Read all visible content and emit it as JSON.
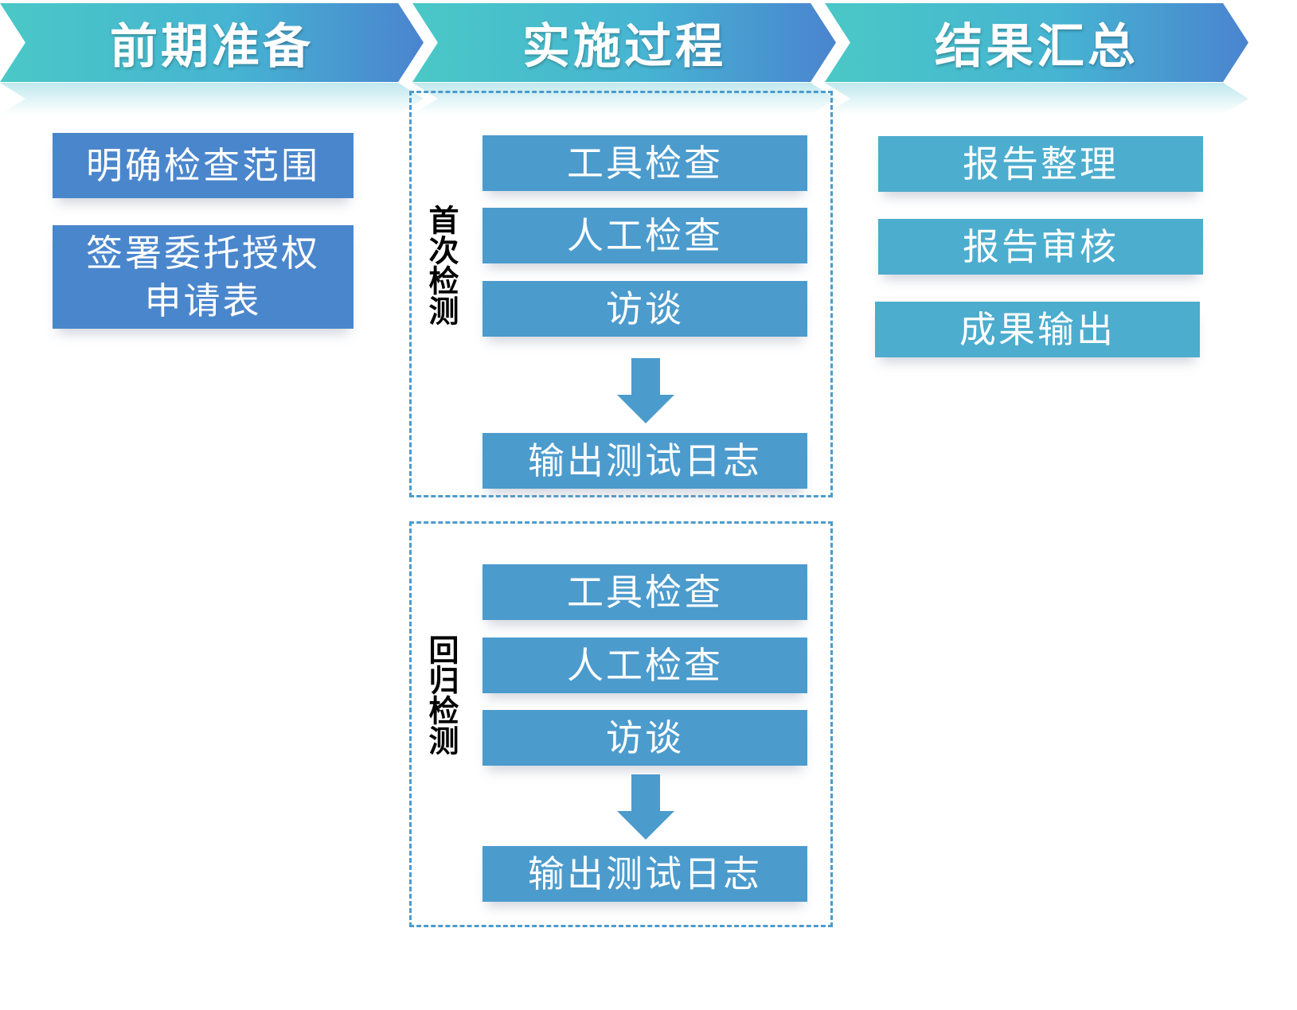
{
  "phases": {
    "prep": {
      "title": "前期准备",
      "items": [
        "明确检查范围",
        "签署委托授权申请表"
      ]
    },
    "impl": {
      "title": "实施过程",
      "groups": [
        {
          "label": "首次检测",
          "items": [
            "工具检查",
            "人工检查",
            "访谈"
          ],
          "output": "输出测试日志"
        },
        {
          "label": "回归检测",
          "items": [
            "工具检查",
            "人工检查",
            "访谈"
          ],
          "output": "输出测试日志"
        }
      ]
    },
    "result": {
      "title": "结果汇总",
      "items": [
        "报告整理",
        "报告审核",
        "成果输出"
      ]
    }
  },
  "colors": {
    "header_gradient": [
      "#4ac8c6",
      "#4a84cf"
    ],
    "prep_box": "#4a86cc",
    "impl_box": "#4c9bcd",
    "result_box": "#4cadce",
    "dashed_border": "#4c9bcd"
  }
}
